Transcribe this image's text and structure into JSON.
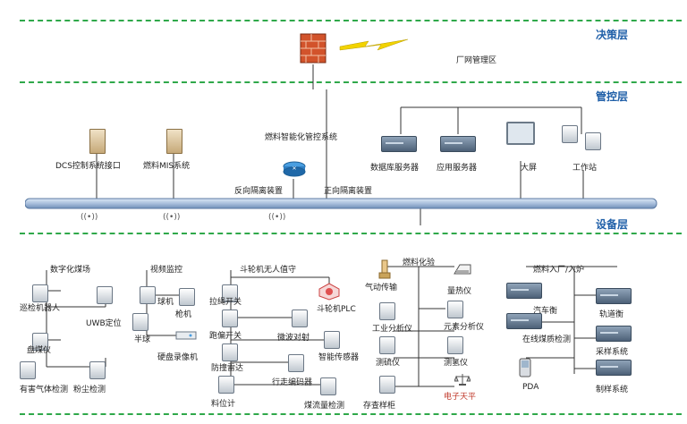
{
  "layers": {
    "decision": "决策层",
    "control": "管控层",
    "device": "设备层"
  },
  "top": {
    "factory_network": "厂网管理区"
  },
  "control": {
    "fuel_system": "燃料智能化管控系统",
    "db_server": "数据库服务器",
    "app_server": "应用服务器",
    "big_screen": "大屏",
    "workstation": "工作站",
    "dcs_interface": "DCS控制系统接口",
    "mis_system": "燃料MIS系统",
    "reverse_isolation": "反向隔离装置",
    "forward_isolation": "正向隔离装置"
  },
  "groups": {
    "digital_yard": {
      "title": "数字化煤场",
      "items": [
        "巡检机器人",
        "UWB定位",
        "盘煤仪",
        "粉尘检测",
        "有害气体检测"
      ]
    },
    "video": {
      "title": "视频监控",
      "items": [
        "球机",
        "枪机",
        "半球",
        "硬盘录像机"
      ]
    },
    "bucket_wheel": {
      "title": "斗轮机无人值守",
      "items": [
        "斗轮机PLC",
        "拉绳开关",
        "跑偏开关",
        "微波对射",
        "防撞雷达",
        "智能传感器",
        "料位计",
        "行走编码器",
        "煤流量检测"
      ]
    },
    "fuel_lab": {
      "title": "燃料化验",
      "items": [
        "气动传输",
        "量热仪",
        "工业分析仪",
        "元素分析仪",
        "测硫仪",
        "测氢仪",
        "存查样柜",
        "电子天平"
      ]
    },
    "fuel_entry": {
      "title": "燃料入厂/入炉",
      "items": [
        "轨道衡",
        "汽车衡",
        "在线煤质检测",
        "采样系统",
        "制样系统",
        "PDA"
      ]
    }
  },
  "icons": [
    "firewall-icon",
    "lightning-icon",
    "server-icon",
    "tower-pc-icon",
    "monitor-icon",
    "wifi-icon",
    "router-icon",
    "camera-icon",
    "lab-instrument-icon"
  ],
  "colors": {
    "layer_title": "#1f5fa8",
    "dashed_line": "#2fa84a",
    "bus": "#a9bfdc",
    "firewall": "#d2532b",
    "lightning": "#f2d300"
  }
}
